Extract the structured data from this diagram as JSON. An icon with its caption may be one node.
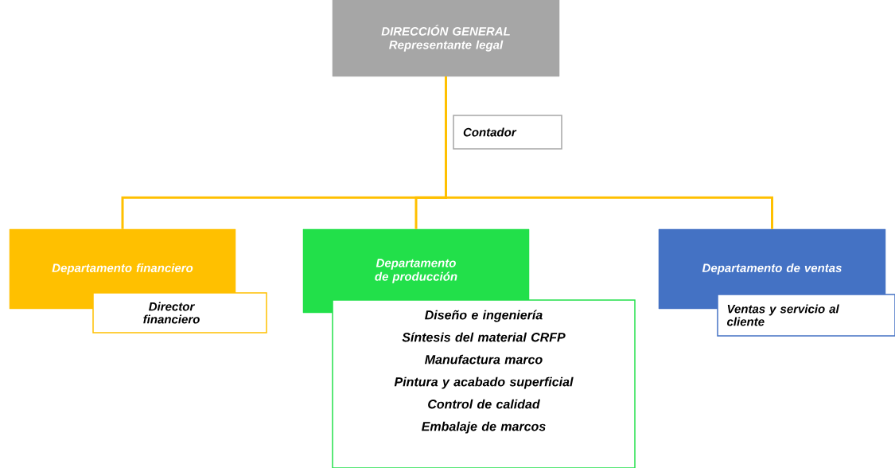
{
  "diagram": {
    "nodes": [
      {
        "text": [
          "DIRECCIÓN GENERAL",
          "Representante legal"
        ]
      },
      {
        "text": [
          "Contador"
        ]
      },
      {
        "text": [
          "Departamento financiero"
        ]
      },
      {
        "text": [
          "Director financiero"
        ]
      },
      {
        "text": [
          "Departamento de producción"
        ]
      },
      {
        "text": [
          "Diseño e ingeniería",
          "Síntesis del material CRFP",
          "Manufactura marco",
          "Pintura y acabado superficial",
          "Control de calidad",
          "Embalaje de marcos"
        ]
      },
      {
        "text": [
          "Departamento de ventas"
        ]
      },
      {
        "text": [
          "Ventas y servicio al cliente"
        ]
      }
    ],
    "edges": [
      {
        "from": 0,
        "to": 2,
        "arrow": "none"
      },
      {
        "from": 0,
        "to": 4,
        "arrow": "none"
      },
      {
        "from": 0,
        "to": 6,
        "arrow": "none"
      }
    ]
  }
}
